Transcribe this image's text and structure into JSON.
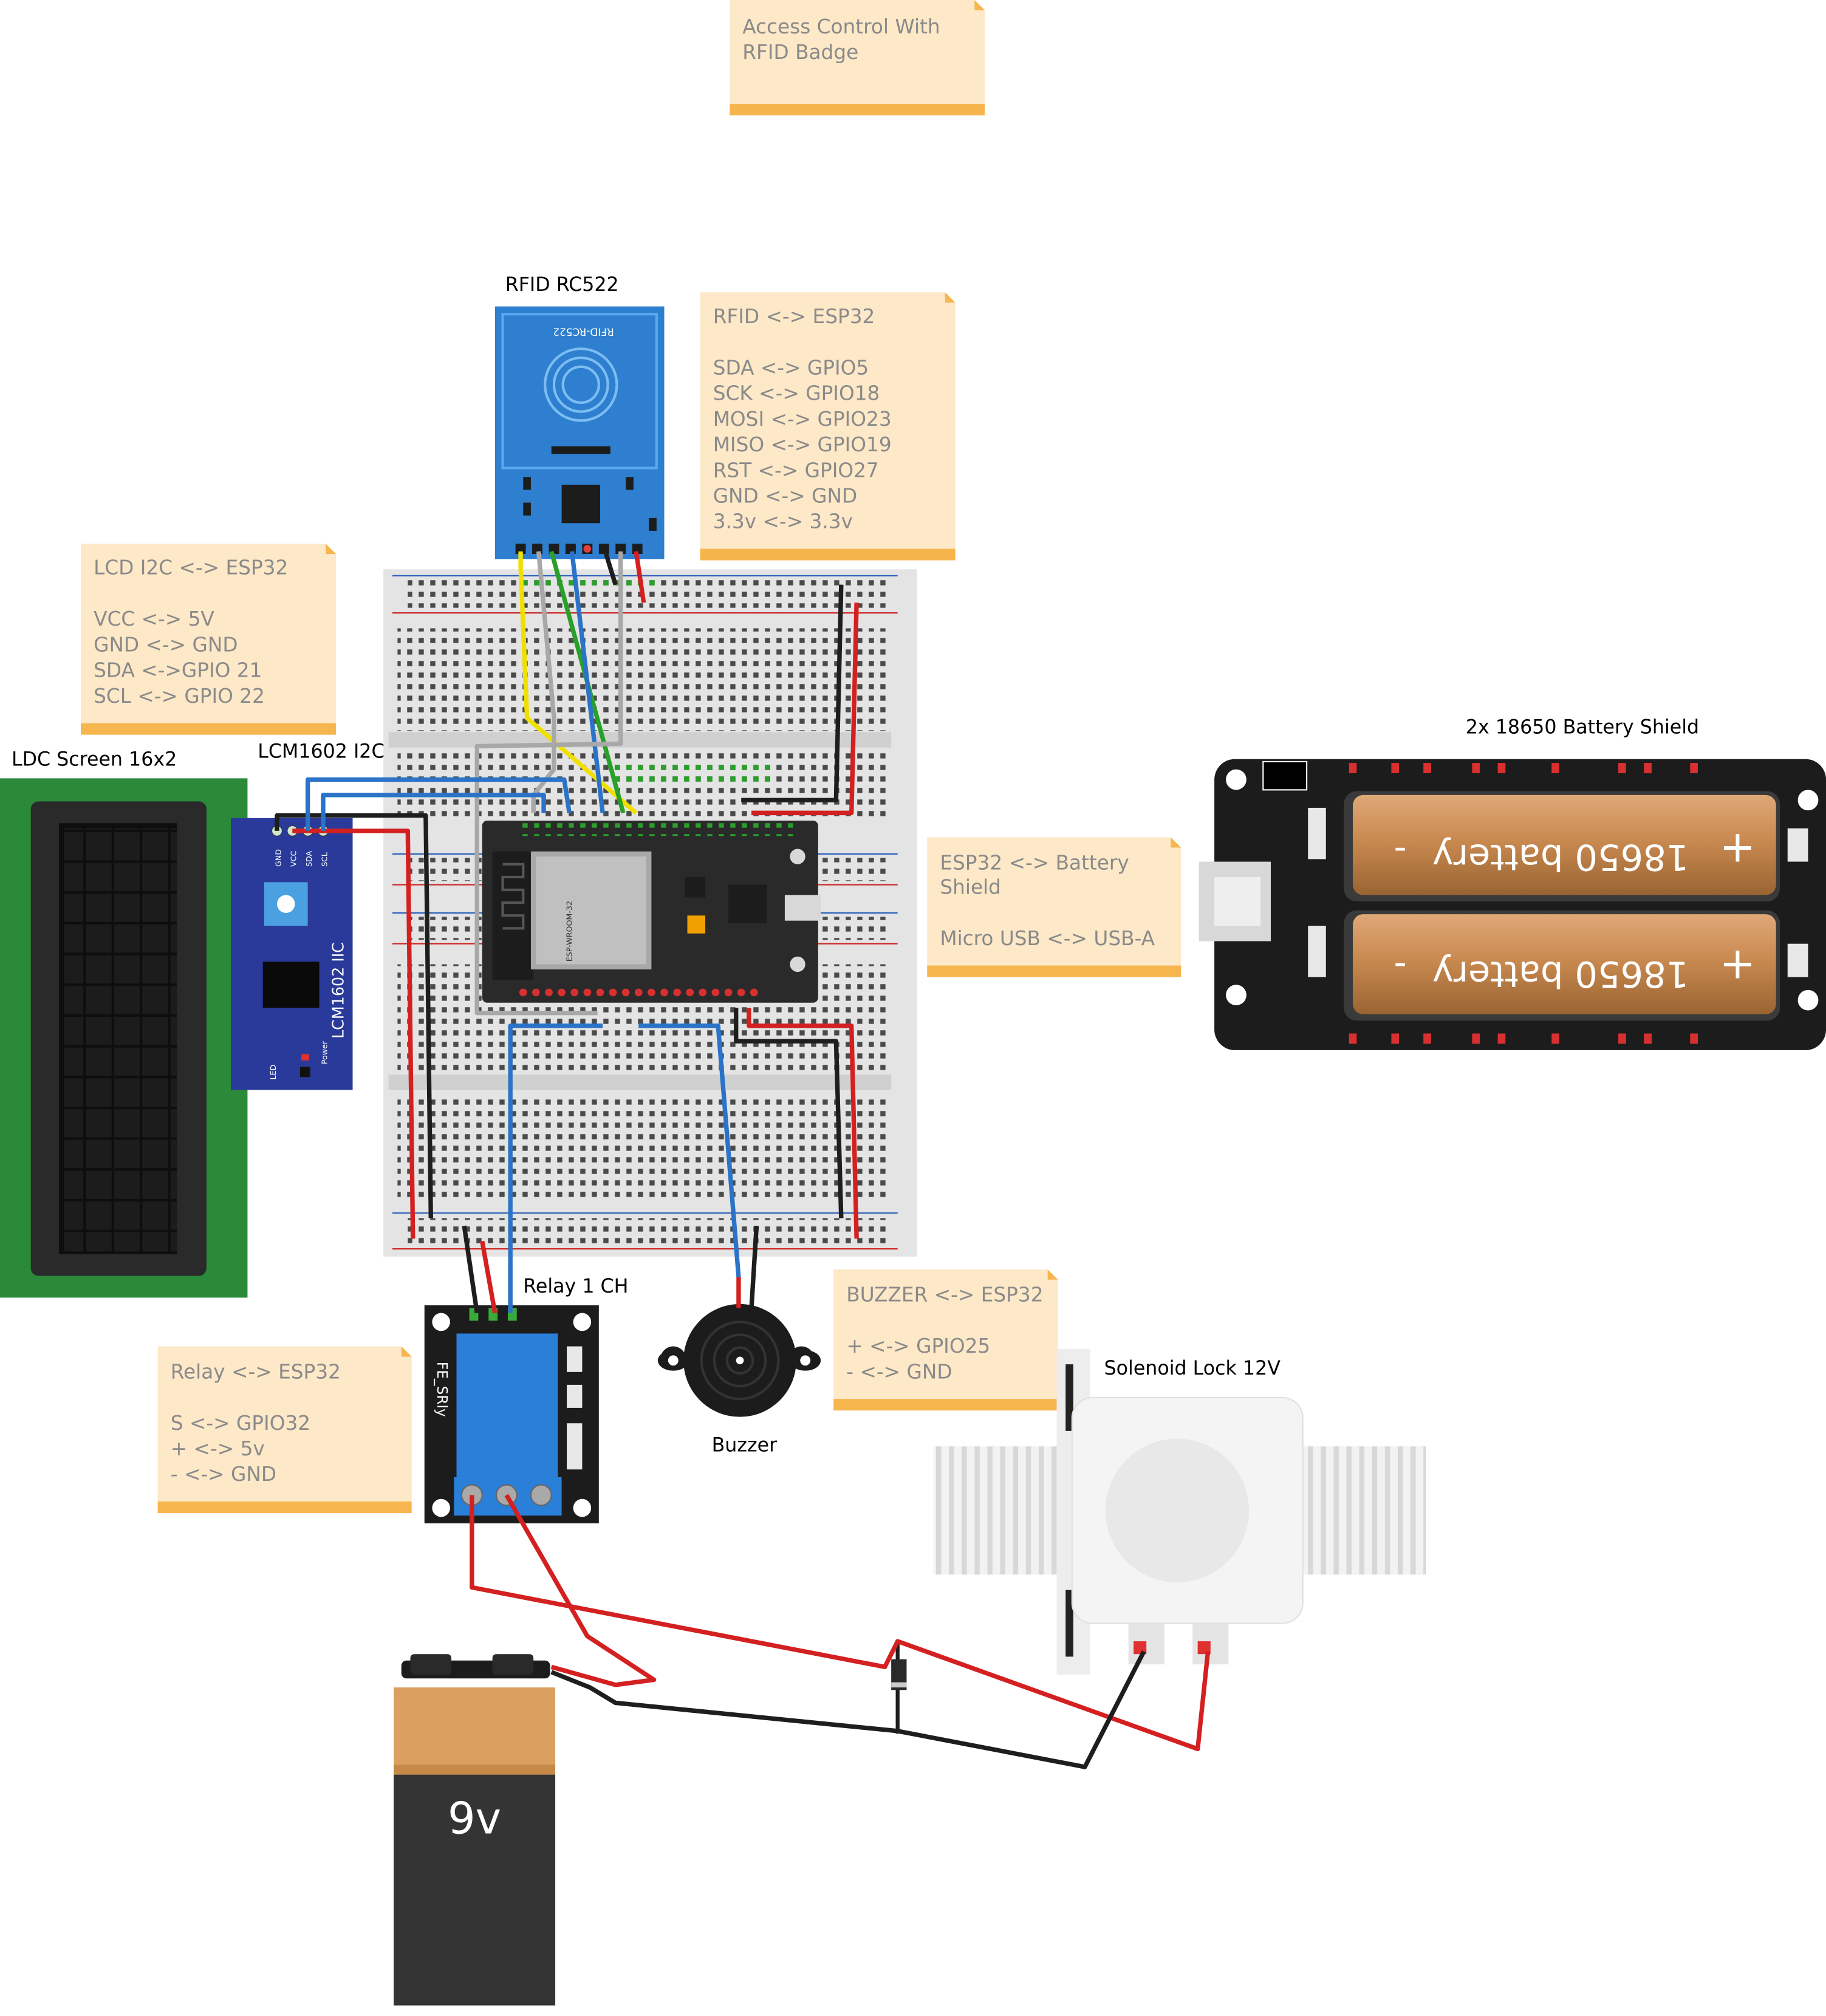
{
  "notes": {
    "title": [
      "Access Control With",
      "RFID Badge"
    ],
    "rfid": [
      "RFID <-> ESP32",
      "",
      "SDA  <-> GPIO5",
      "SCK  <-> GPIO18",
      "MOSI  <-> GPIO23",
      "MISO  <-> GPIO19",
      "RST  <-> GPIO27",
      "GND  <-> GND",
      "3.3v  <-> 3.3v"
    ],
    "lcd": [
      "LCD I2C <-> ESP32",
      "",
      "VCC <-> 5V",
      "GND <-> GND",
      "SDA <->GPIO 21",
      "SCL <-> GPIO 22"
    ],
    "battery": [
      "ESP32 <-> Battery",
      "Shield",
      "",
      "Micro USB <-> USB-A"
    ],
    "buzzer": [
      "BUZZER <-> ESP32",
      "",
      "+ <-> GPIO25",
      "-  <-> GND"
    ],
    "relay": [
      "Relay <-> ESP32",
      "",
      "S <-> GPIO32",
      "+ <-> 5v",
      "- <-> GND"
    ]
  },
  "labels": {
    "rfid": "RFID RC522",
    "lcd_screen": "LDC Screen 16x2",
    "lcd_i2c": "LCM1602 I2C",
    "battery_shield": "2x 18650 Battery Shield",
    "relay": "Relay 1 CH",
    "buzzer": "Buzzer",
    "solenoid": "Solenoid Lock 12V"
  },
  "parts": {
    "rfid_board": "RFID-RC522",
    "i2c_board": "LCM1602 IIC",
    "i2c_pins": [
      "GND",
      "VCC",
      "SDA",
      "SCL"
    ],
    "i2c_led": "LED",
    "i2c_power": "Power",
    "esp_module": "ESP-WROOM-32",
    "relay_board": "FE_SRly",
    "cell_minus": "-",
    "cell_label": "18650 battery",
    "cell_plus": "+",
    "battery_9v": "9v"
  },
  "colors": {
    "note_fill": "#fde8c8",
    "note_strip": "#f7b54e",
    "breadboard": "#e4e4e4",
    "wire_red": "#d42020",
    "wire_black": "#1e1e1e",
    "wire_blue": "#2a73c8",
    "wire_green": "#2aa02a",
    "wire_yellow": "#f0e000",
    "wire_gray": "#a8a8a8"
  }
}
